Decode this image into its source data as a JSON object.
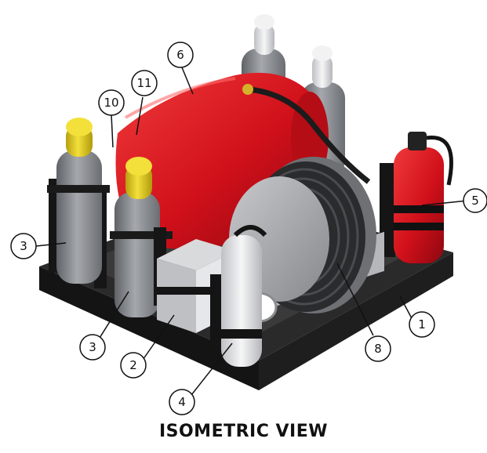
{
  "caption": "ISOMETRIC VIEW",
  "callouts": [
    "1",
    "2",
    "3",
    "3",
    "4",
    "5",
    "6",
    "8",
    "10",
    "11"
  ],
  "colors": {
    "tank_red": "#d0101a",
    "cylinder_gray": "#8a8d92",
    "cap_yellow": "#e6cf18",
    "frame_black": "#1a1a1a",
    "reel_gray": "#a7a9ac",
    "canister_white": "#e8e8ea"
  }
}
